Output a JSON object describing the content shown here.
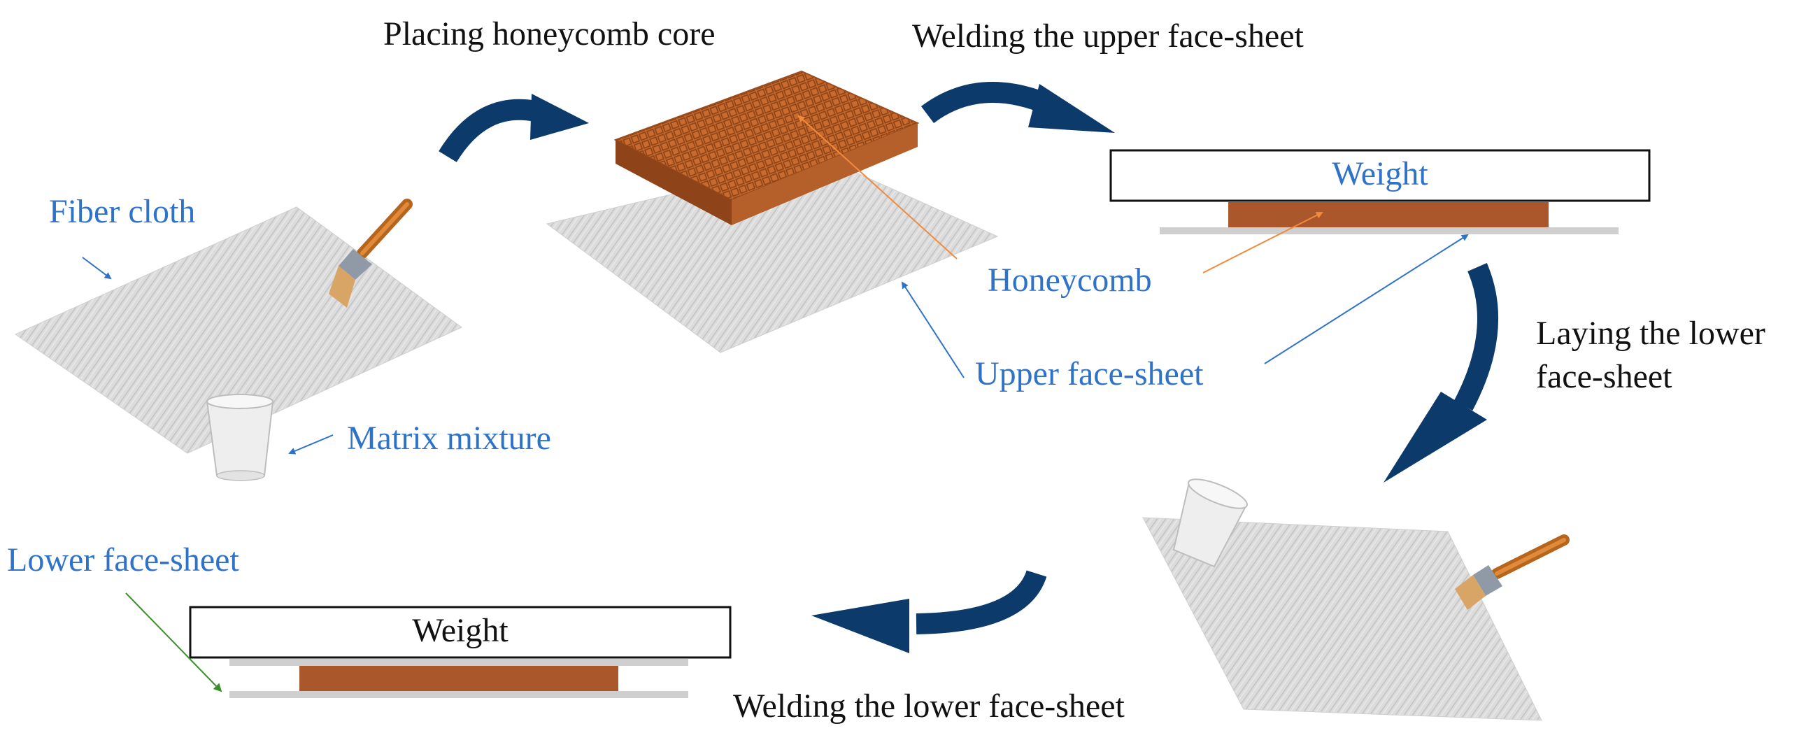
{
  "steps": {
    "placing_core": "Placing honeycomb core",
    "welding_upper": "Welding the upper face-sheet",
    "laying_lower_line1": "Laying the lower",
    "laying_lower_line2": "face-sheet",
    "welding_lower": "Welding the lower face-sheet"
  },
  "labels": {
    "fiber_cloth": "Fiber cloth",
    "matrix_mixture": "Matrix mixture",
    "honeycomb": "Honeycomb",
    "upper_face_sheet": "Upper face-sheet",
    "lower_face_sheet": "Lower face-sheet",
    "weight_upper": "Weight",
    "weight_lower": "Weight"
  },
  "colors": {
    "label_blue": "#2f73c9",
    "arrow_navy": "#0b3a6b",
    "honeycomb_brown": "#a9572b",
    "sheet_gray": "#cfcfcf",
    "leader_orange": "#f08a3c",
    "leader_green": "#3c8f2c"
  }
}
